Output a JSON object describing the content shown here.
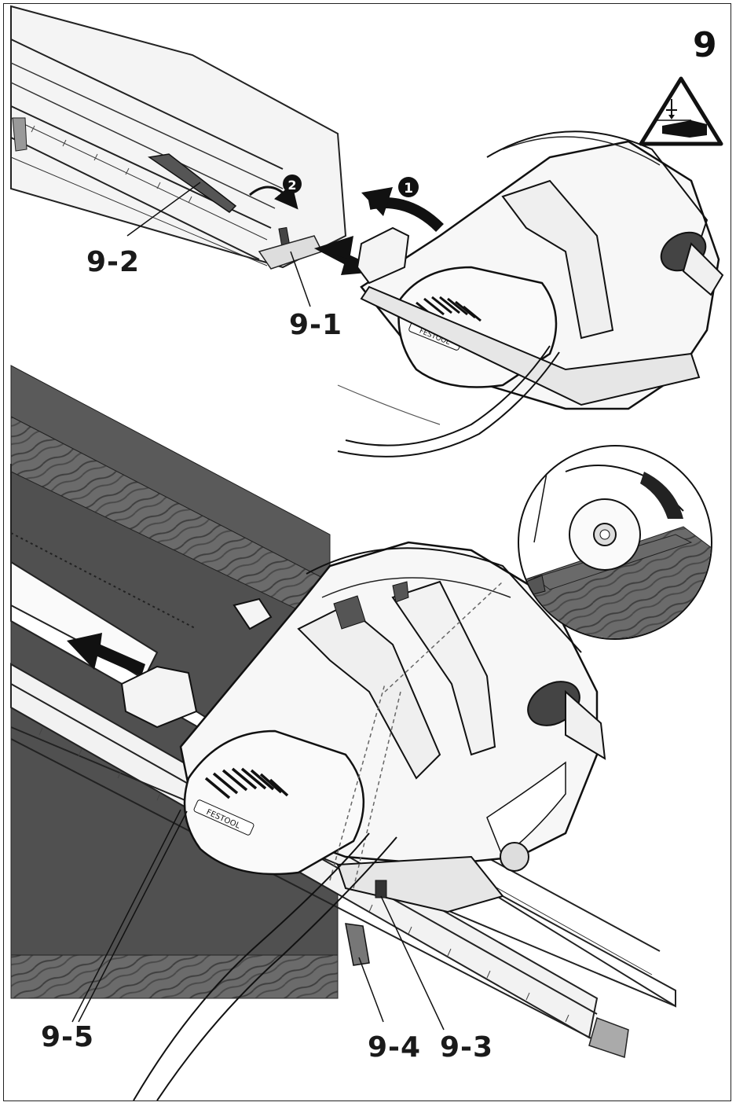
{
  "figure": {
    "number": "9",
    "warning_icon": "hand-crush-warning-icon",
    "step_markers": [
      "1",
      "2"
    ],
    "callouts": {
      "c9_1": "9-1",
      "c9_2": "9-2",
      "c9_3": "9-3",
      "c9_4": "9-4",
      "c9_5": "9-5"
    },
    "brand_text": "FESTOOL"
  }
}
